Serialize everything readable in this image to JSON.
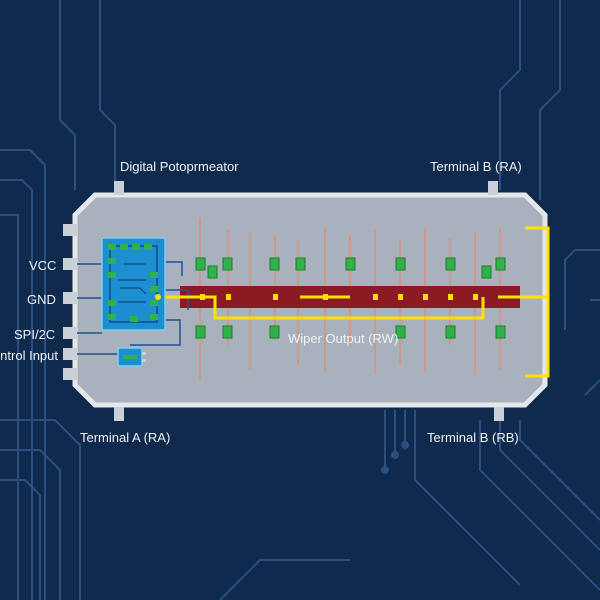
{
  "diagram": {
    "colors": {
      "background": "#0f2a4d",
      "traces": "#2b4f80",
      "chip_body": "#a9b2bc",
      "chip_border": "#d9dee3",
      "resistor": "#8b1a22",
      "wiper": "#ffe100",
      "tap": "#2fb24a",
      "controller": "#1d8fd1",
      "faint_lines": "#e88a6a"
    },
    "labels": {
      "title": "Digital Potoprmeator",
      "terminal_b_top": "Terminal B (RA)",
      "vcc": "VCC",
      "gnd": "GND",
      "spi": "SPI/2C",
      "control_input": "Control Input",
      "terminal_a": "Terminal A (RA)",
      "terminal_b_bottom": "Terminal B (RB)",
      "wiper_output": "Wiper Output (RW)"
    },
    "icons": {
      "controller": "ic-chip-icon",
      "control_module": "control-chip-icon"
    }
  }
}
